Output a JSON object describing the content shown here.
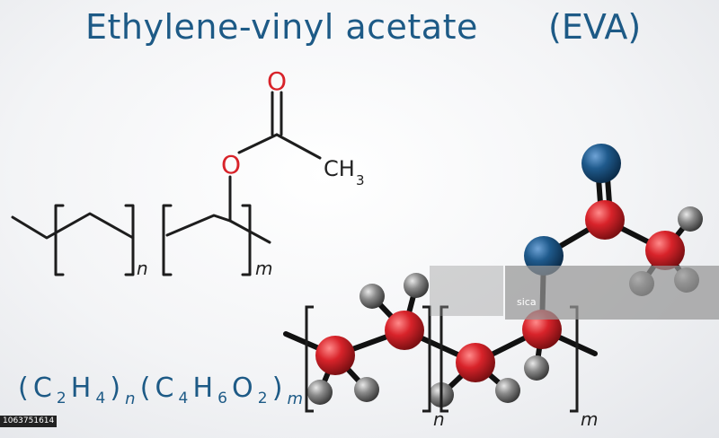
{
  "title": "Ethylene-vinyl acetate",
  "abbreviation": "(EVA)",
  "structural_formula": {
    "oxygen_top": "O",
    "oxygen_ester": "O",
    "methyl": "CH",
    "methyl_sub": "3",
    "repeat_n": "n",
    "repeat_m": "m"
  },
  "ball_stick": {
    "repeat_n": "n",
    "repeat_m": "m",
    "colors": {
      "carbon": "#d8232a",
      "oxygen": "#1f5a8c",
      "hydrogen": "#7a7a7a",
      "bond": "#111111"
    }
  },
  "molecular_formula": {
    "open1": "(",
    "c1": "C",
    "c1_sub": "2",
    "h1": "H",
    "h1_sub": "4",
    "close1": ")",
    "n": "n",
    "open2": "(",
    "c2": "C",
    "c2_sub": "4",
    "h2": "H",
    "h2_sub": "6",
    "o2": "O",
    "o2_sub": "2",
    "close2": ")",
    "m": "m"
  },
  "watermark_text": "sica",
  "image_id": "1063751614",
  "colors": {
    "title": "#1d5a86",
    "oxygen_label": "#d8232a"
  }
}
